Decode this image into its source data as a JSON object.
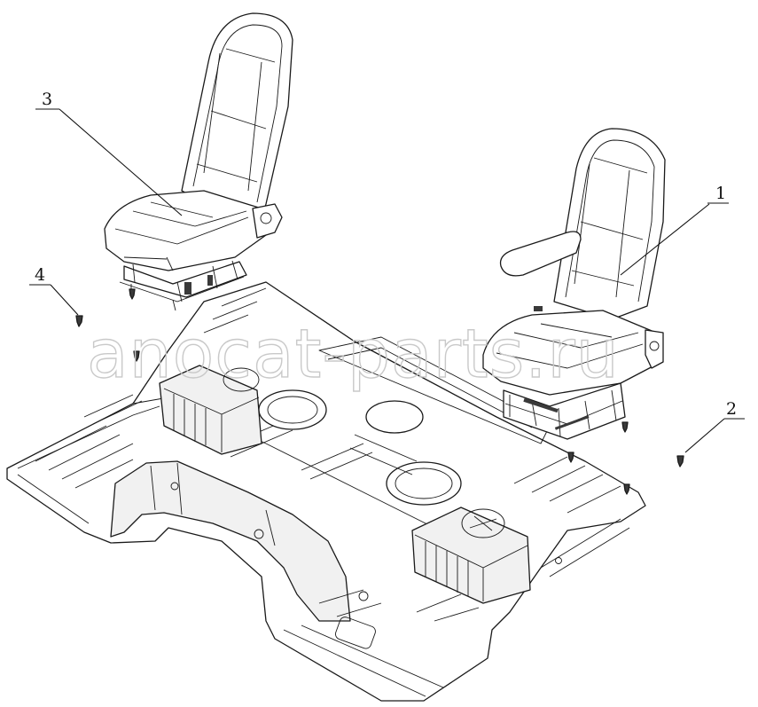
{
  "callouts": [
    {
      "id": "1",
      "label": "1",
      "part": "right-seat"
    },
    {
      "id": "2",
      "label": "2",
      "part": "bolt-right"
    },
    {
      "id": "3",
      "label": "3",
      "part": "left-seat"
    },
    {
      "id": "4",
      "label": "4",
      "part": "bolt-left"
    }
  ],
  "watermark": "anocat-parts.ru"
}
